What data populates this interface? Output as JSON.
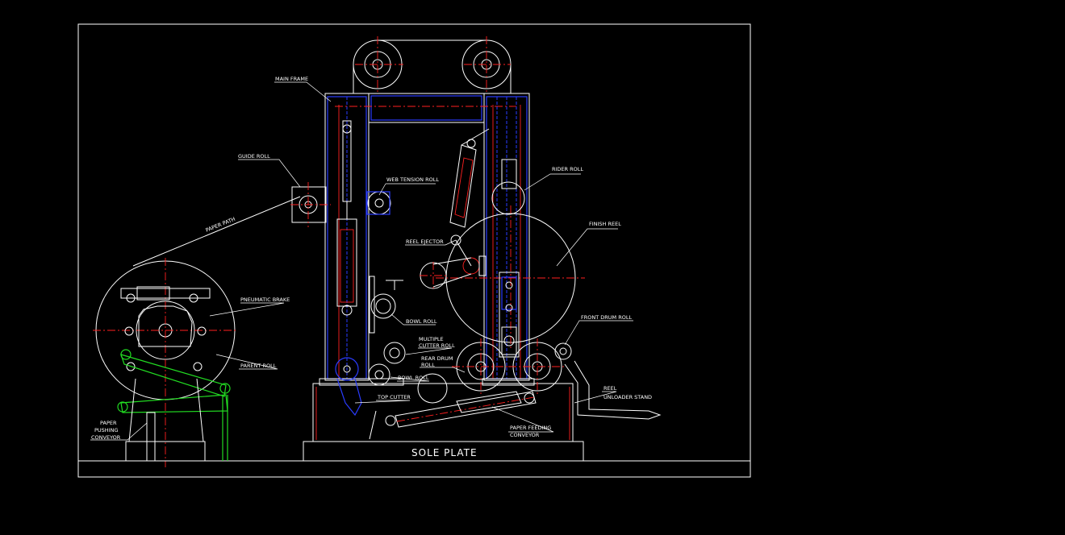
{
  "drawing": {
    "colors": {
      "background": "#000000",
      "outline": "#ffffff",
      "frame": "#2a3cff",
      "centerline": "#ff2020",
      "conveyor": "#22dd22"
    },
    "labels": {
      "main_frame": "MAIN FRAME",
      "guide_roll": "GUIDE ROLL",
      "web_tension_roll": "WEB TENSION ROLL",
      "paper_path": "PAPER PATH",
      "reel_ejector": "REEL EJECTOR",
      "rider_roll": "RIDER ROLL",
      "finish_reel": "FINISH REEL",
      "pneumatic_brake": "PNEUMATIC BRAKE",
      "bowl_roll_upper": "BOWL ROLL",
      "front_drum_roll": "FRONT DRUM ROLL",
      "multiple_cutter_roll_1": "MULTIPLE",
      "multiple_cutter_roll_2": "CUTTER ROLL",
      "rear_drum_roll_1": "REAR DRUM",
      "rear_drum_roll_2": "ROLL",
      "parent_roll": "PARENT ROLL",
      "bowl_roll_lower": "BOWL ROLL",
      "reel": "REEL",
      "unloader_stand": "UNLOADER STAND",
      "top_cutter": "TOP CUTTER",
      "paper_pushing_1": "PAPER",
      "paper_pushing_2": "PUSHING",
      "paper_pushing_3": "CONVEYOR",
      "paper_feeding_1": "PAPER FEEDING",
      "paper_feeding_2": "CONVEYOR",
      "sole_plate": "SOLE PLATE"
    }
  }
}
